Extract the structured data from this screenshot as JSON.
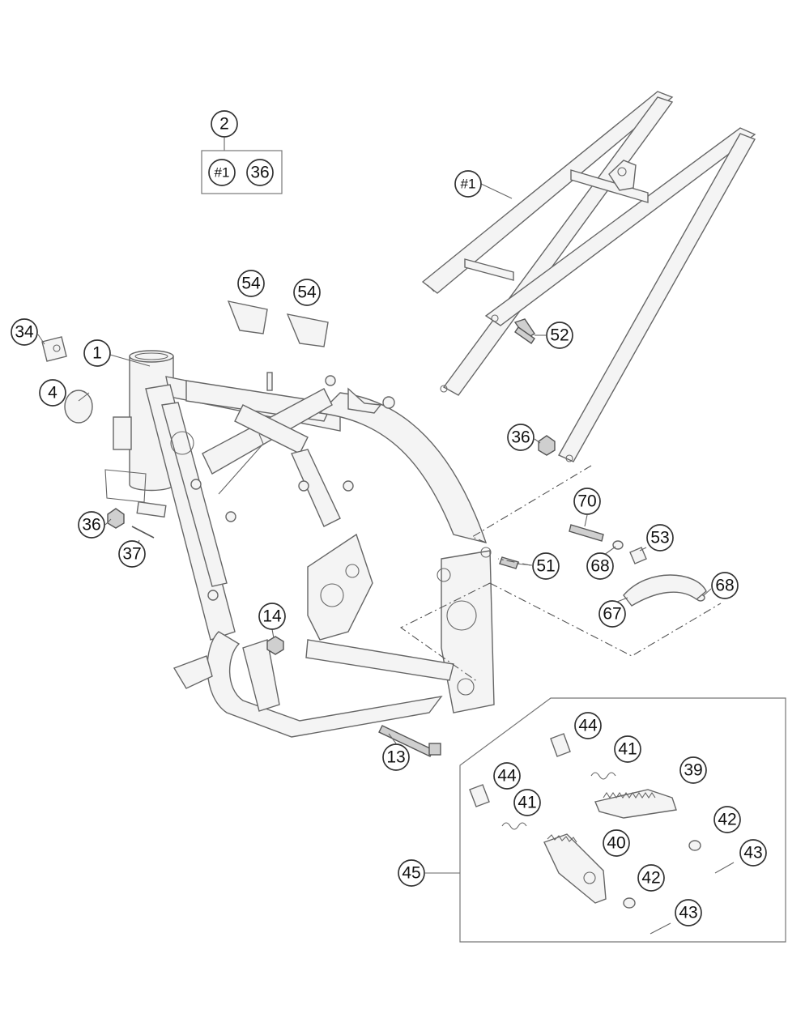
{
  "diagram": {
    "callouts": {
      "c2": "2",
      "c_kit1": "#1",
      "c_kit36": "36",
      "c_sub1": "#1",
      "c54a": "54",
      "c54b": "54",
      "c34": "34",
      "c1": "1",
      "c4": "4",
      "c52": "52",
      "c36a": "36",
      "c36b": "36",
      "c37": "37",
      "c70": "70",
      "c53": "53",
      "c51": "51",
      "c68a": "68",
      "c68b": "68",
      "c67": "67",
      "c14": "14",
      "c13": "13",
      "c44a": "44",
      "c41a": "41",
      "c39": "39",
      "c44b": "44",
      "c41b": "41",
      "c42a": "42",
      "c40": "40",
      "c43a": "43",
      "c45": "45",
      "c42b": "42",
      "c43b": "43"
    }
  }
}
